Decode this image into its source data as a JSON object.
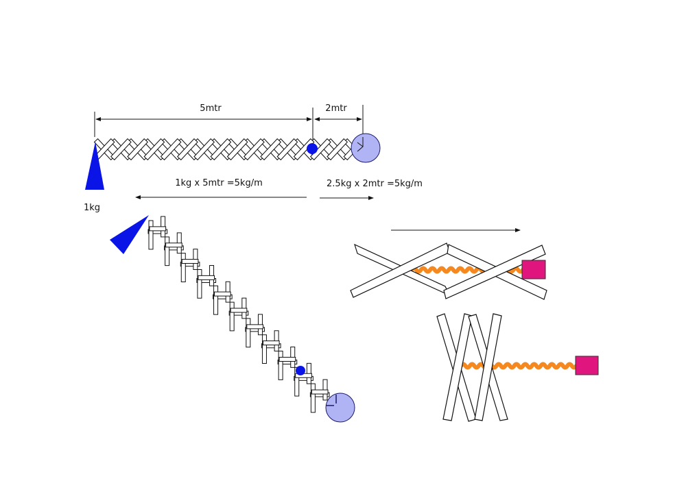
{
  "labels": {
    "dim_long": "5mtr",
    "dim_short": "2mtr",
    "moment_left": "1kg x 5mtr =5kg/m",
    "moment_right": "2.5kg x 2mtr =5kg/m",
    "base_mass": "1kg"
  },
  "colors": {
    "base_triangle": "#0a14e6",
    "pivot_dot": "#0a14e6",
    "end_weight": "#b0b4f4",
    "spring": "#f5881f",
    "block": "#e0157e",
    "strut_fill": "#ffffff",
    "stroke": "#111111"
  },
  "icons": {
    "base": "triangle-support-icon",
    "pivot": "pivot-dot-icon",
    "weight": "circle-weight-icon",
    "block": "square-block-icon"
  }
}
